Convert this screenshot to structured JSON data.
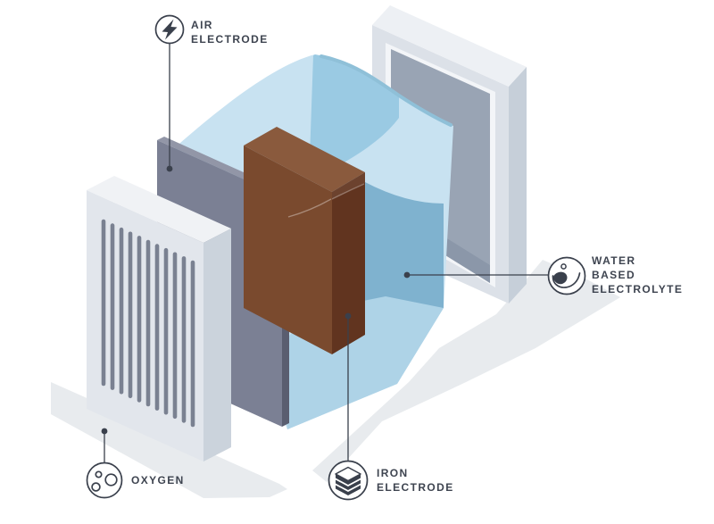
{
  "diagram": {
    "subject": "iron-air battery exploded view",
    "parts": [
      "air electrode plate",
      "oxygen vent panel",
      "iron electrode block",
      "water based electrolyte",
      "outer frame"
    ]
  },
  "labels": {
    "air": {
      "lines": [
        "AIR",
        "ELECTRODE"
      ],
      "icon": "lightning-bolt"
    },
    "oxygen": {
      "lines": [
        "OXYGEN"
      ],
      "icon": "bubbles"
    },
    "iron": {
      "lines": [
        "IRON",
        "ELECTRODE"
      ],
      "icon": "layer-stack"
    },
    "water": {
      "lines": [
        "WATER",
        "BASED",
        "ELECTROLYTE"
      ],
      "icon": "water-drop"
    }
  },
  "colors": {
    "background": "#ffffff",
    "ink": "#3a404c",
    "text": "#3e4450",
    "shadow": "#e8ebee",
    "panel_front": "#e2e6ec",
    "panel_top": "#f0f2f5",
    "panel_side": "#cbd3dc",
    "panel_slats": "#7a8191",
    "slab_front": "#7b8094",
    "slab_top": "#9296a7",
    "slab_edge": "#5a5e70",
    "box_top": "#8a5a3d",
    "box_left": "#7a4a2e",
    "box_right": "#61341f",
    "blob_back": "#c8e2f1",
    "blob_flank": "#9acae3",
    "blob_face": "#7fb2cf",
    "blob_floor": "#aed3e7",
    "blob_rim": "#8fc0d8",
    "frame_front": "#dce1e8",
    "frame_top": "#edf0f4",
    "frame_side": "#c6cfd9",
    "frame_lip": "#f3f5f8",
    "frame_panel": "#99a4b4",
    "frame_panel_low": "#8b97a9"
  }
}
